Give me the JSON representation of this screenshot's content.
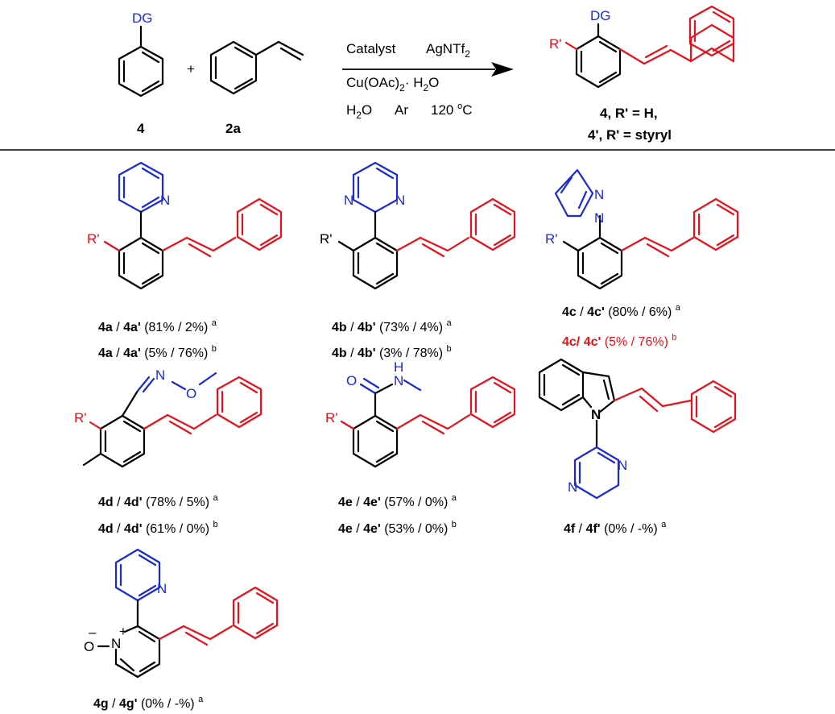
{
  "colors": {
    "black": "#000000",
    "blue": "#1a2bd6",
    "red": "#e8111b"
  },
  "reaction": {
    "substrate_group": "DG",
    "substrate_label": "4",
    "plus": "+",
    "reagent_label": "2a",
    "catalyst": "Catalyst",
    "additive_main": "AgNTf",
    "additive_sub": "2",
    "oxidant_main": "Cu(OAc)",
    "oxidant_sub": "2",
    "oxidant_rest": "· H",
    "oxidant_sub2": "2",
    "oxidant_end": "O",
    "solvent_main": "H",
    "solvent_sub": "2",
    "solvent_end": "O",
    "atmosphere": "Ar",
    "temperature_main": "120 ",
    "temperature_sup": "o",
    "temperature_end": "C",
    "product_group": "DG",
    "product_substituent": "R'",
    "product_line1": "4, R' = H,",
    "product_line2": "4', R' = styryl"
  },
  "atoms": {
    "N": "N",
    "O": "O",
    "H": "H",
    "R": "R'",
    "plus": "+",
    "minus": "–"
  },
  "compounds": {
    "a": {
      "c1": "4a",
      "c2": "4a'",
      "r1": "(81% / 2%)",
      "s1": "a",
      "r2": "(5% / 76%)",
      "s2": "b"
    },
    "b": {
      "c1": "4b",
      "c2": "4b'",
      "r1": "(73% / 4%)",
      "s1": "a",
      "r2": "(3% / 78%)",
      "s2": "b"
    },
    "c": {
      "c1": "4c",
      "c2": "4c'",
      "r1": "(80% / 6%)",
      "s1": "a",
      "r2": "(5% / 76%)",
      "s2": "b"
    },
    "d": {
      "c1": "4d",
      "c2": "4d'",
      "r1": "(78% / 5%)",
      "s1": "a",
      "r2": "(61% / 0%)",
      "s2": "b"
    },
    "e": {
      "c1": "4e",
      "c2": "4e'",
      "r1": "(57% / 0%)",
      "s1": "a",
      "r2": "(53% / 0%)",
      "s2": "b"
    },
    "f": {
      "c1": "4f",
      "c2": "4f'",
      "r1": "(0% / -%)",
      "s1": "a"
    },
    "g": {
      "c1": "4g",
      "c2": "4g'",
      "r1": "(0% / -%)",
      "s1": "a"
    }
  }
}
